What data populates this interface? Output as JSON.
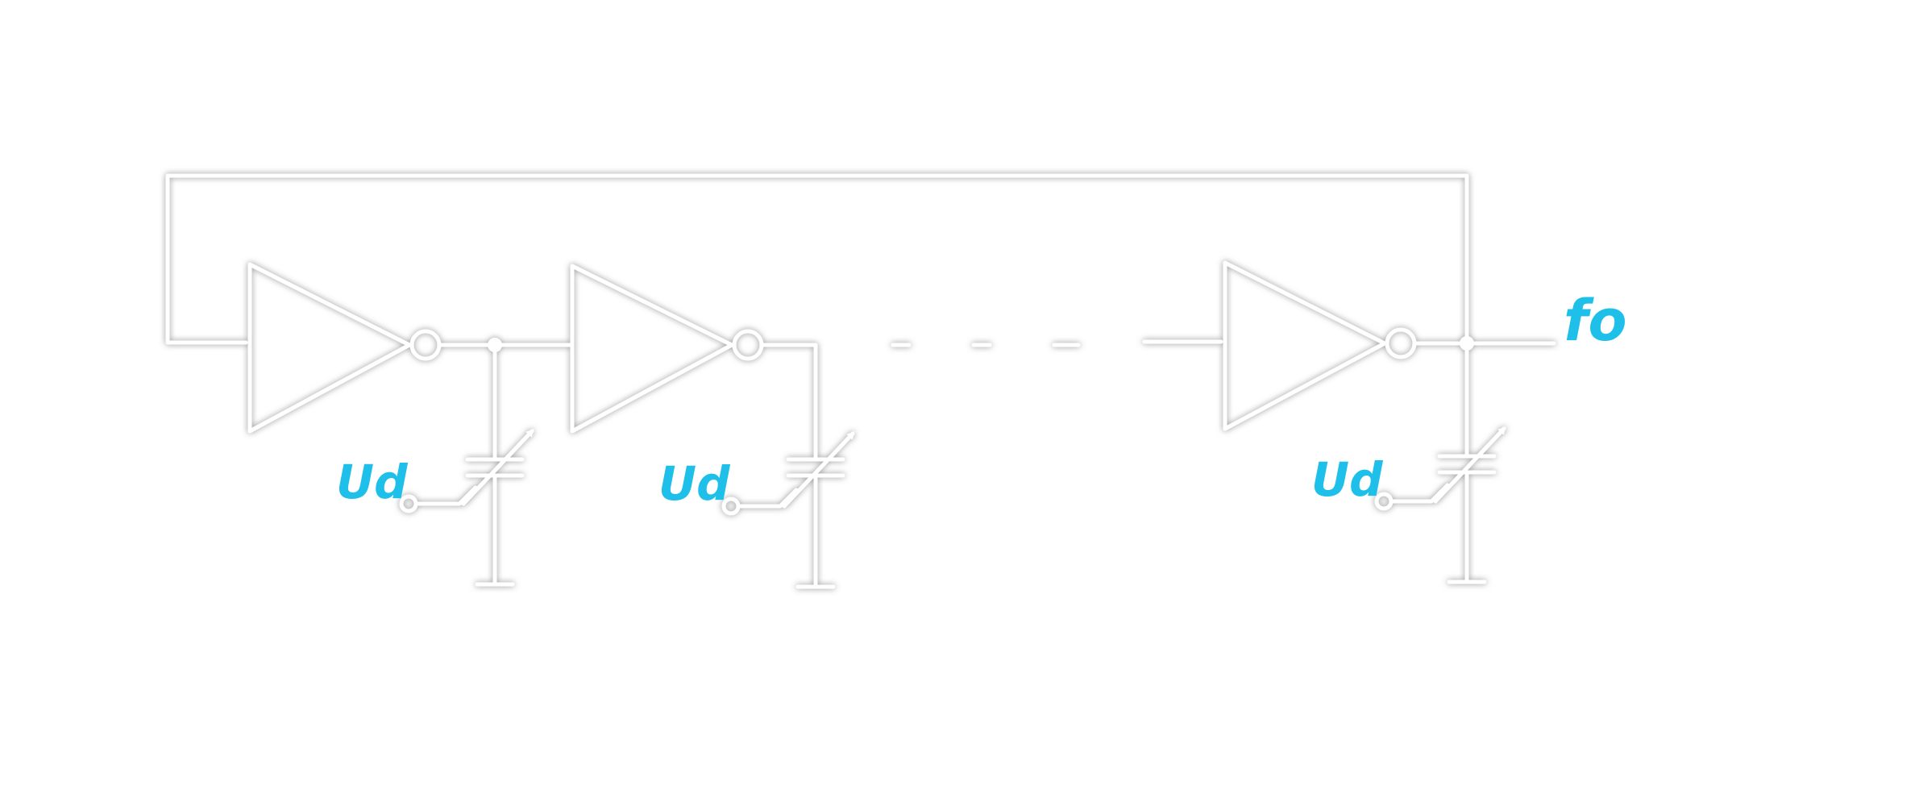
{
  "diagram": {
    "labels": {
      "control_voltage": "Ud",
      "output": "fo"
    },
    "stages": [
      {
        "label": "Ud"
      },
      {
        "label": "Ud"
      },
      {
        "label": "Ud"
      }
    ],
    "colors": {
      "wire": "#ffffff",
      "shadow": "#9a9a9a",
      "label": "#1ec0ea",
      "background": "#ffffff"
    }
  }
}
